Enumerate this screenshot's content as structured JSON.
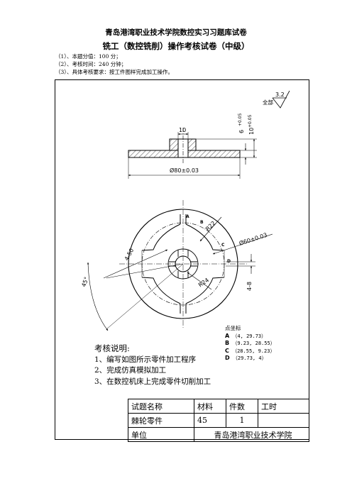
{
  "header": {
    "title": "青岛港湾职业技术学院数控实习习题库试卷",
    "subtitle": "铣工（数控铣削）操作考核试卷（中级）"
  },
  "info_lines": [
    "（1）、本题分值：100 分；",
    "（2）、考核时间：240 分钟；",
    "（3）、具体考核要求：按工件图样完成加工操作。"
  ],
  "drawing": {
    "roughness_prefix": "全部",
    "roughness_value": "3.2",
    "dim_width_10": "10",
    "dim_diameter_80": "Ø80±0.03",
    "dim_thickness_6": "6",
    "dim_tol_6": "+0.05",
    "dim_thickness_10": "10",
    "dim_tol_10": "+0.05",
    "dim_radius_r22": "R22",
    "dim_diameter_60": "Ø60±0.03",
    "dim_radius_4_50": "4-50",
    "dim_angle_45": "45°",
    "dim_radius_r24": "R24",
    "dim_4_8": "4-8",
    "point_a": "A",
    "point_b": "B",
    "point_c": "C",
    "point_d": "D"
  },
  "coords": {
    "label": "点坐标",
    "items": [
      {
        "name": "A",
        "value": "（4, 29.73）"
      },
      {
        "name": "B",
        "value": "（9.23, 28.55）"
      },
      {
        "name": "C",
        "value": "（28.55, 9.23）"
      },
      {
        "name": "D",
        "value": "（29.73, 4）"
      }
    ]
  },
  "notes": {
    "title": "考核说明:",
    "items": [
      "1、编写如图所示零件加工程序",
      "2、完成仿真模拟加工",
      "3、在数控机床上完成零件切削加工"
    ]
  },
  "title_block": {
    "h_name": "试题名称",
    "h_material": "材料",
    "h_qty": "件数",
    "h_hours": "工时",
    "part_name": "棘轮零件",
    "material": "45",
    "qty": "1",
    "hours": "",
    "unit_label": "单位",
    "unit_value": "青岛港湾职业技术学院"
  }
}
